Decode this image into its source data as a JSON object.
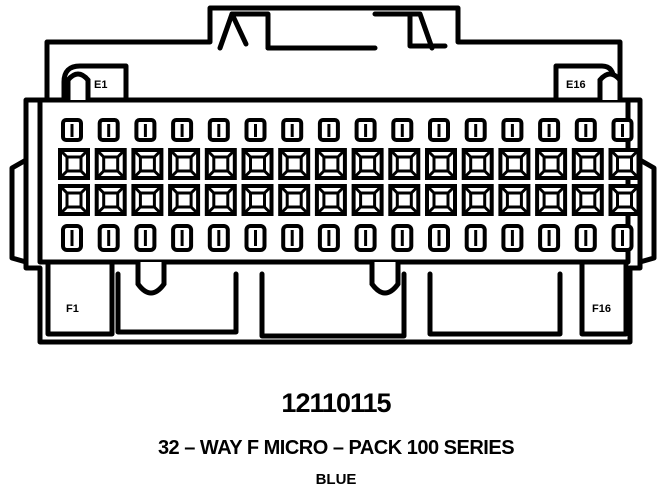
{
  "connector": {
    "pin_labels": {
      "top_left": "E1",
      "top_right": "E16",
      "bottom_left": "F1",
      "bottom_right": "F16"
    },
    "columns": 16,
    "rows": 4
  },
  "caption": {
    "part_number": "12110115",
    "description": "32 – WAY F MICRO – PACK 100 SERIES",
    "color": "BLUE"
  }
}
